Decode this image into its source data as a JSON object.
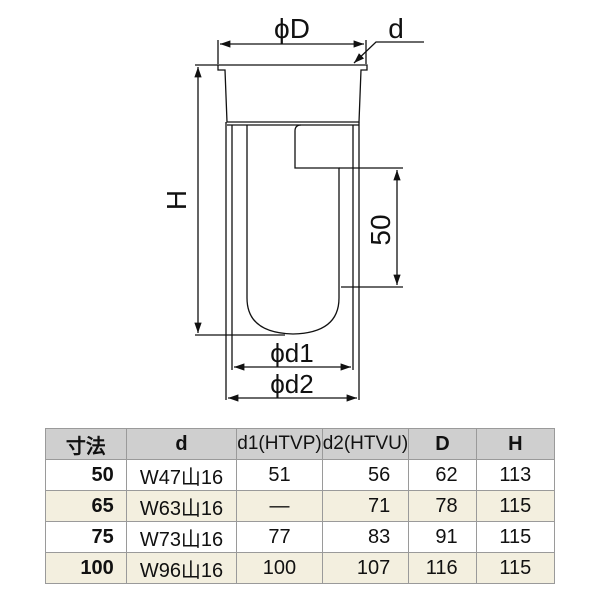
{
  "drawing": {
    "labels": {
      "outer_diameter": "ϕD",
      "thread": "d",
      "height": "H",
      "offset": "50",
      "d1": "ϕd1",
      "d2": "ϕd2"
    }
  },
  "table": {
    "headers": [
      "寸法",
      "d",
      "d1(HTVP)",
      "d2(HTVU)",
      "D",
      "H"
    ],
    "rows": [
      [
        "50",
        "W47山16",
        "51",
        "56",
        "62",
        "113"
      ],
      [
        "65",
        "W63山16",
        "—",
        "71",
        "78",
        "115"
      ],
      [
        "75",
        "W73山16",
        "77",
        "83",
        "91",
        "115"
      ],
      [
        "100",
        "W96山16",
        "100",
        "107",
        "116",
        "115"
      ]
    ]
  },
  "colors": {
    "header_bg": "#cfcfcf",
    "alt_row_bg": "#f3efdf",
    "line": "#111111"
  }
}
